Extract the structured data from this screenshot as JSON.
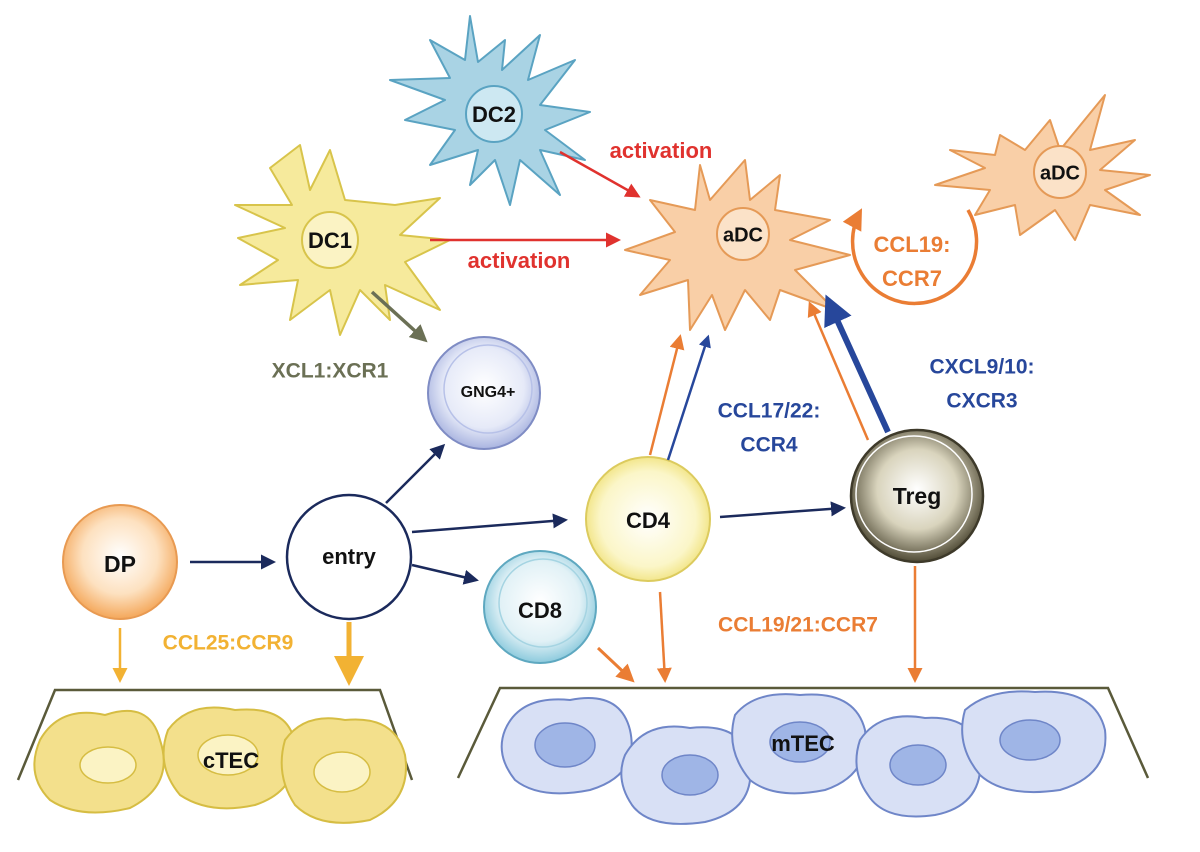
{
  "colors": {
    "red": "#e0322e",
    "navy": "#1b2a5c",
    "blue": "#27479b",
    "orange": "#ea7d34",
    "yellow_orange": "#f2b233",
    "olive": "#6b7055",
    "dp_fill": "#f9c48a",
    "dc1_fill": "#f6ea9c",
    "dc2_fill": "#a9d3e4",
    "adc_fill": "#f9cfa7",
    "gng4_fill": "#d9dff3",
    "cd4_fill": "#f7ee9b",
    "cd8_fill": "#b5dde8",
    "treg_fill": "#5f5a44",
    "ctec_fill": "#f3e08c",
    "mtec_fill": "#d8e0f5",
    "mtec_nucleus": "#9fb5e6"
  },
  "cells": {
    "dc1": "DC1",
    "dc2": "DC2",
    "adc_center": "aDC",
    "adc_right": "aDC",
    "gng4": "GNG4+",
    "dp": "DP",
    "entry": "entry",
    "cd4": "CD4",
    "cd8": "CD8",
    "treg": "Treg",
    "ctec": "cTEC",
    "mtec": "mTEC"
  },
  "labels": {
    "activation_top": "activation",
    "activation_mid": "activation",
    "xcl1": "XCL1:XCR1",
    "ccl19_line1": "CCL19:",
    "ccl19_line2": "CCR7",
    "ccl17_line1": "CCL17/22:",
    "ccl17_line2": "CCR4",
    "cxcl_line1": "CXCL9/10:",
    "cxcl_line2": "CXCR3",
    "ccl25": "CCL25:CCR9",
    "ccl1921": "CCL19/21:CCR7"
  }
}
